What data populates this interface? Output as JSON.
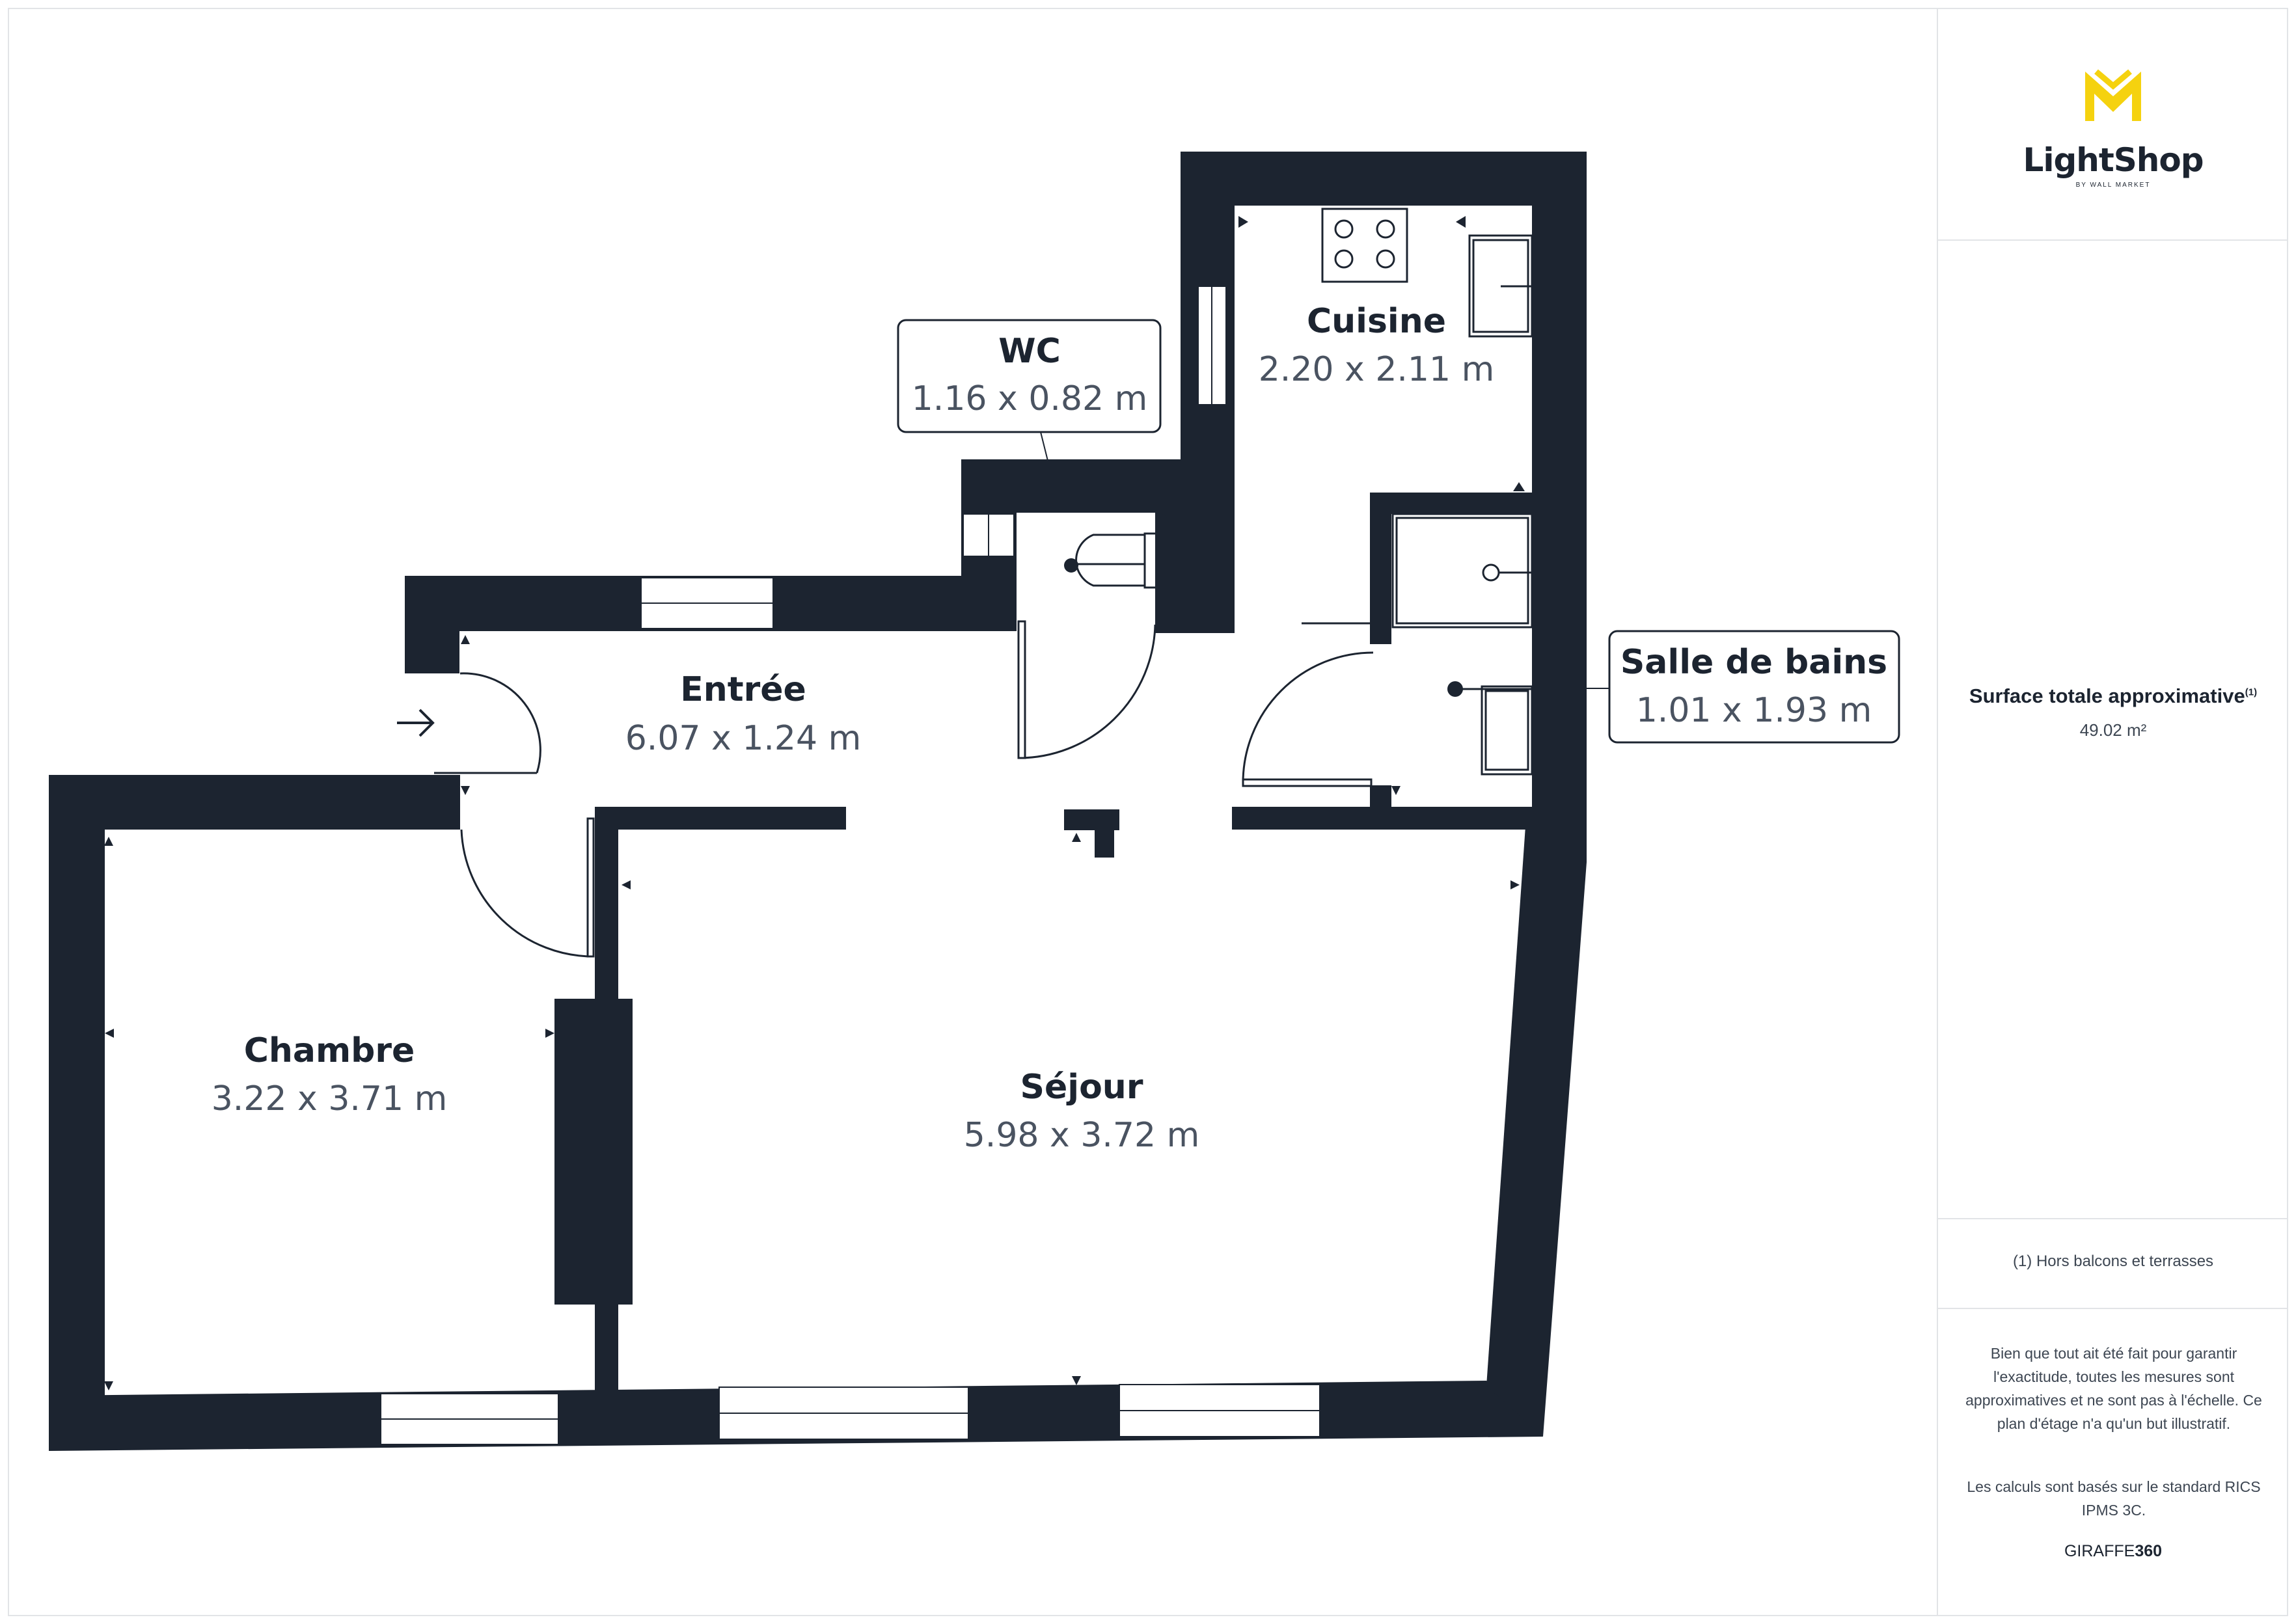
{
  "brand": {
    "logo_name": "LightShop",
    "logo_sub": "BY WALL MARKET",
    "accent_color": "#f5d20f",
    "wall_color": "#1c2430"
  },
  "rooms": {
    "wc": {
      "name": "WC",
      "dims": "1.16 x 0.82 m"
    },
    "cuisine": {
      "name": "Cuisine",
      "dims": "2.20 x 2.11 m"
    },
    "entree": {
      "name": "Entrée",
      "dims": "6.07 x 1.24 m"
    },
    "salle_de_bains": {
      "name": "Salle de bains",
      "dims": "1.01 x 1.93 m"
    },
    "chambre": {
      "name": "Chambre",
      "dims": "3.22 x 3.71 m"
    },
    "sejour": {
      "name": "Séjour",
      "dims": "5.98 x 3.72 m"
    }
  },
  "sidebar": {
    "surface_label": "Surface totale approximative",
    "surface_note_marker": "(1)",
    "surface_value": "49.02 m²",
    "footnote": "(1) Hors balcons et terrasses",
    "disclaimer": "Bien que tout ait été fait pour garantir l'exactitude, toutes les mesures sont approximatives et ne sont pas à l'échelle. Ce plan d'étage n'a qu'un but illustratif.",
    "calc_note": "Les calculs sont basés sur le standard RICS IPMS 3C.",
    "brand_left": "GIRAFFE",
    "brand_right": "360"
  }
}
